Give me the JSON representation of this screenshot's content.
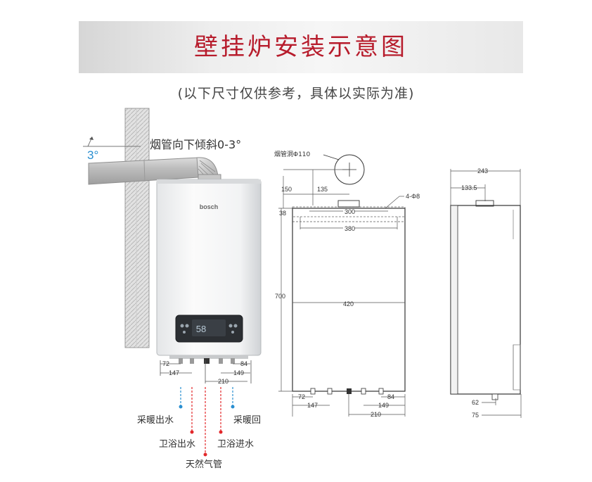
{
  "header": {
    "title": "壁挂炉安装示意图",
    "subtitle": "(以下尺寸仅供参考，具体以实际为准)"
  },
  "install": {
    "flue_slope_label": "烟管向下倾斜0-3°",
    "angle_label": "3°",
    "brand": "bosch",
    "display_digits": "58",
    "dims": {
      "d72": "72",
      "d147": "147",
      "d210": "210",
      "d84": "84",
      "d149": "149"
    },
    "pipes": {
      "heating_out": "采暖出水",
      "bath_out": "卫浴出水",
      "gas": "天然气管",
      "bath_in": "卫浴进水",
      "heating_return": "采暖回"
    },
    "colors": {
      "heating": "#2a8fd0",
      "hot": "#e2282b"
    }
  },
  "front_view": {
    "flue_hole": "烟管洞Φ110",
    "d150": "150",
    "d135": "135",
    "holes": "4-Φ8",
    "d38": "38",
    "d300": "300",
    "d380": "380",
    "d700": "700",
    "d420": "420",
    "d72": "72",
    "d147": "147",
    "d210": "210",
    "d84": "84",
    "d149": "149"
  },
  "side_view": {
    "d243": "243",
    "d133_5": "133.5",
    "d62": "62",
    "d75": "75"
  }
}
